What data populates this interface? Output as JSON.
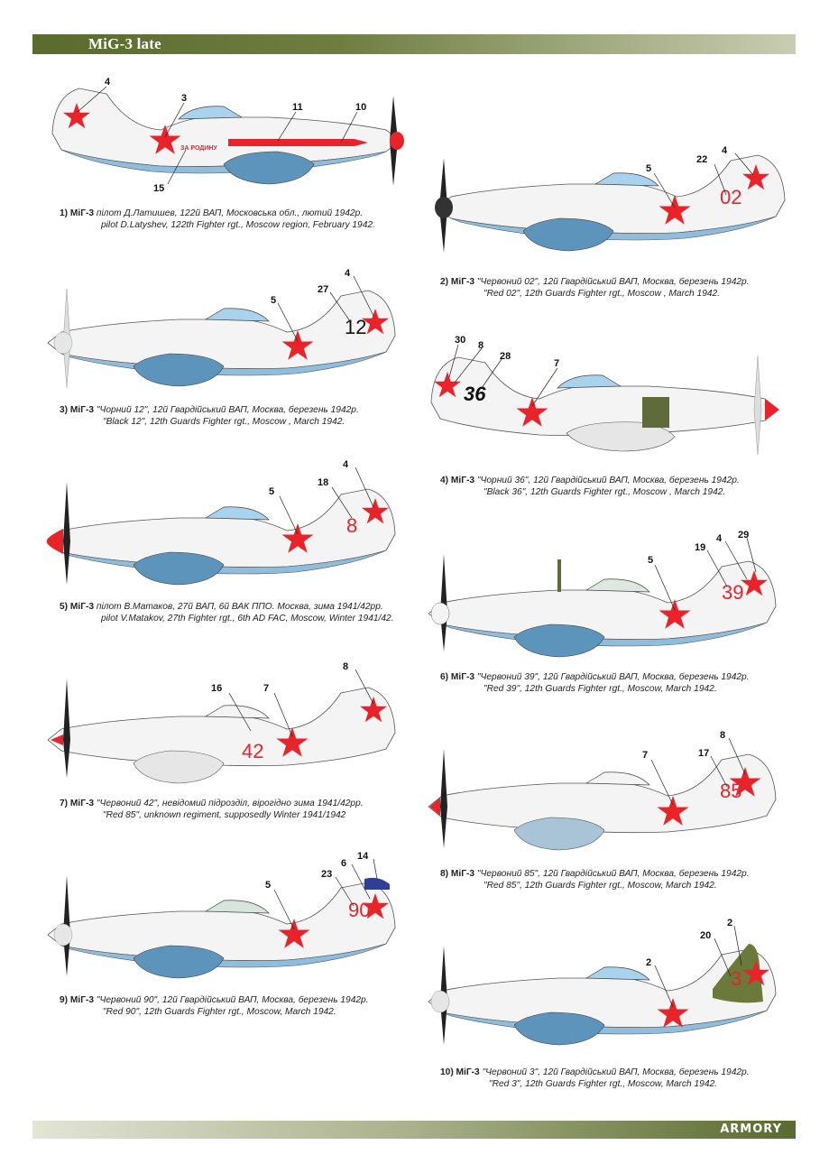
{
  "header": {
    "title": "MiG-3 late"
  },
  "footer": {
    "logo": "ARMORY"
  },
  "colors": {
    "header": "#5a6b2e",
    "underside": "#8fbddb",
    "star": "#e8232a",
    "upper": "#f4f4f4"
  },
  "profiles": [
    {
      "id": 1,
      "num": "1) МіГ-3",
      "line1": "пілот Д.Латишев, 122й ВАП, Московська обл., лютий 1942р.",
      "line2": "pilot D.Latyshev, 122th Fighter rgt., Moscow region, February 1942.",
      "fuselage_code": "",
      "inscription": "ЗА РОДИНУ",
      "callouts": [
        "4",
        "3",
        "11",
        "10",
        "15"
      ]
    },
    {
      "id": 2,
      "num": "2) МіГ-3",
      "line1": "\"Червоний 02\", 12й Гвардійський ВАП, Москва, березень 1942р.",
      "line2": "\"Red 02\", 12th Guards Fighter rgt., Moscow , March 1942.",
      "fuselage_code": "02",
      "callouts": [
        "5",
        "22",
        "4"
      ]
    },
    {
      "id": 3,
      "num": "3) МіГ-3",
      "line1": "\"Чорний 12\", 12й Гвардійський ВАП, Москва, березень 1942р.",
      "line2": "\"Black 12\", 12th Guards Fighter rgt., Moscow , March 1942.",
      "fuselage_code": "12",
      "callouts": [
        "5",
        "27",
        "4"
      ]
    },
    {
      "id": 4,
      "num": "4) МіГ-3",
      "line1": "\"Чорний 36\", 12й Гвардійський ВАП, Москва, березень 1942р.",
      "line2": "\"Black 36\", 12th Guards Fighter rgt., Moscow , March 1942.",
      "fuselage_code": "36",
      "callouts": [
        "30",
        "8",
        "28",
        "7"
      ]
    },
    {
      "id": 5,
      "num": "5) МіГ-3",
      "line1": "пілот В.Матаков, 27й ВАП, 6й ВАК ППО. Москва, зима 1941/42рр.",
      "line2": "pilot V.Matakov, 27th Fighter rgt., 6th AD FAC, Moscow, Winter 1941/42.",
      "fuselage_code": "8",
      "callouts": [
        "5",
        "18",
        "4"
      ]
    },
    {
      "id": 6,
      "num": "6) МіГ-3",
      "line1": "\"Червоний 39\", 12й Гвардійський ВАП, Москва, березень 1942р.",
      "line2": "\"Red 39\", 12th Guards Fighter rgt., Moscow, March 1942.",
      "fuselage_code": "39",
      "callouts": [
        "5",
        "19",
        "4",
        "29"
      ]
    },
    {
      "id": 7,
      "num": "7) МіГ-3",
      "line1": "\"Червоний 42\", невідомий підрозділ, вірогідно зима 1941/42рр.",
      "line2": "\"Red 85\", unknown regiment, supposedly Winter 1941/1942",
      "fuselage_code": "42",
      "callouts": [
        "16",
        "7",
        "8"
      ]
    },
    {
      "id": 8,
      "num": "8) МіГ-3",
      "line1": "\"Червоний 85\", 12й Гвардійський ВАП, Москва, березень 1942р.",
      "line2": "\"Red 85\", 12th Guards Fighter rgt., Moscow, March 1942.",
      "fuselage_code": "85",
      "callouts": [
        "7",
        "17",
        "8"
      ]
    },
    {
      "id": 9,
      "num": "9) МіГ-3",
      "line1": "\"Червоний 90\", 12й Гвардійський ВАП, Москва, березень 1942р.",
      "line2": "\"Red 90\", 12th Guards Fighter rgt., Moscow, March 1942.",
      "fuselage_code": "90",
      "callouts": [
        "5",
        "23",
        "6",
        "14"
      ]
    },
    {
      "id": 10,
      "num": "10) МіГ-3",
      "line1": "\"Червоний 3\", 12й Гвардійський ВАП, Москва, березень 1942р.",
      "line2": "\"Red 3\", 12th Guards Fighter rgt., Moscow, March 1942.",
      "fuselage_code": "3",
      "callouts": [
        "2",
        "20",
        "2"
      ]
    }
  ]
}
